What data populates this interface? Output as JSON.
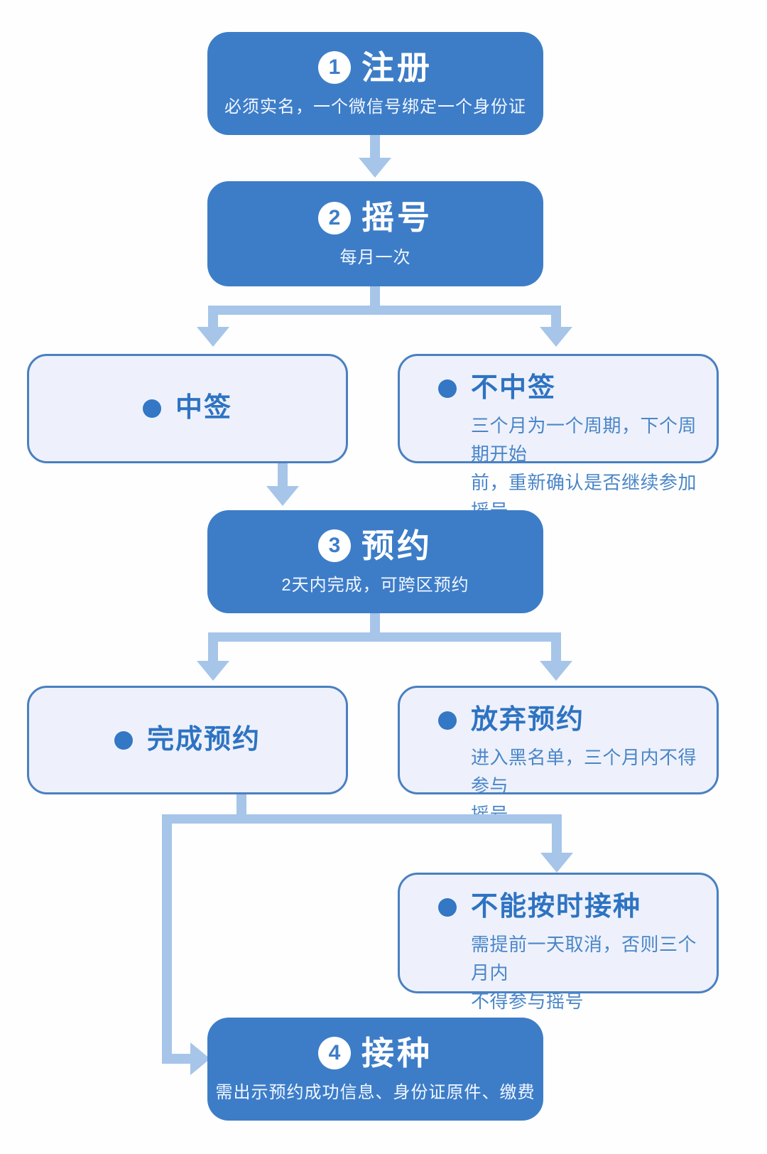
{
  "page": {
    "background": "#fefefe"
  },
  "colors": {
    "step_box_fill": "#3d7dc8",
    "step_box_text": "#ffffff",
    "badge_fill": "#ffffff",
    "badge_number": "#3d7dc8",
    "outcome_box_fill": "#eef1fb",
    "outcome_box_border": "#4a80c0",
    "outcome_title_text": "#2e73c2",
    "outcome_body_text": "#4a86c8",
    "bullet_dot": "#3377c5",
    "connector": "#a6c5e9"
  },
  "flow": {
    "steps": [
      {
        "number": "1",
        "title": "注册",
        "subtitle": "必须实名，一个微信号绑定一个身份证"
      },
      {
        "number": "2",
        "title": "摇号",
        "subtitle": "每月一次"
      },
      {
        "number": "3",
        "title": "预约",
        "subtitle": "2天内完成，可跨区预约"
      },
      {
        "number": "4",
        "title": "接种",
        "subtitle": "需出示预约成功信息、身份证原件、缴费"
      }
    ],
    "outcomes": [
      {
        "title": "中签",
        "body": []
      },
      {
        "title": "不中签",
        "body": [
          "三个月为一个周期，下个周期开始",
          "前，重新确认是否继续参加摇号"
        ]
      },
      {
        "title": "完成预约",
        "body": []
      },
      {
        "title": "放弃预约",
        "body": [
          "进入黑名单，三个月内不得参与",
          "摇号"
        ]
      },
      {
        "title": "不能按时接种",
        "body": [
          "需提前一天取消，否则三个月内",
          "不得参与摇号"
        ]
      }
    ]
  }
}
